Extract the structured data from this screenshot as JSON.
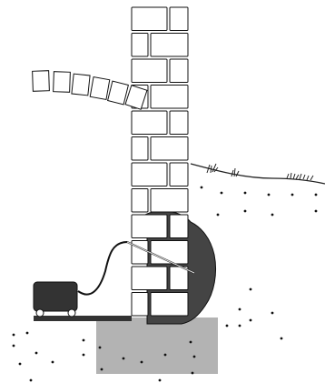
{
  "figure": {
    "theme": {
      "stroke": "#111111",
      "brick_fill": "#ffffff",
      "grout_fill": "#444444",
      "footing_fill": "#b3b3b3",
      "pump_fill": "#333333",
      "ground_line": "#222222",
      "soil_dot": "#111111"
    },
    "elements": {
      "wall_name": "brick-wall",
      "leaning_row_name": "falling-bricks",
      "grout_name": "grout-mass",
      "pump_name": "injection-pump",
      "hose_name": "injection-hose",
      "footing_name": "concrete-footing",
      "ground_name": "ground-surface",
      "grass_name": "grass-tufts",
      "soil_name": "soil-dots"
    }
  }
}
